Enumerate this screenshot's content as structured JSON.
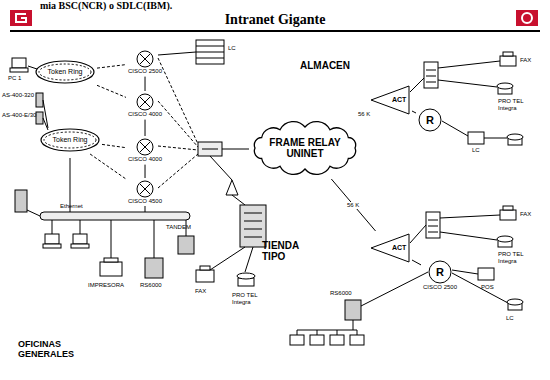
{
  "diagram": {
    "title": "Intranet Gigante",
    "nodes": [
      {
        "text": [
          "Token Ring"
        ]
      },
      {
        "text": [
          "CISCO 2500"
        ]
      },
      {
        "text": [
          "CISCO 4000"
        ]
      },
      {
        "text": [
          "Token Ring"
        ]
      },
      {
        "text": [
          "CISCO 4000"
        ]
      },
      {
        "text": [
          "CISCO 4500"
        ]
      },
      {
        "text": [
          "FRAME RELAY",
          "UNINET"
        ]
      },
      {
        "text": [
          "ACT"
        ]
      },
      {
        "text": [
          "R"
        ]
      },
      {
        "text": [
          "ACT"
        ]
      },
      {
        "text": [
          "R",
          "CISCO 2500"
        ]
      }
    ],
    "edges": [
      {
        "from": 0,
        "to": 1,
        "arrow": "none"
      },
      {
        "from": 0,
        "to": 2,
        "arrow": "none"
      },
      {
        "from": 1,
        "to": 2,
        "arrow": "none"
      },
      {
        "from": 2,
        "to": 4,
        "arrow": "none"
      },
      {
        "from": 3,
        "to": 4,
        "arrow": "none"
      },
      {
        "from": 3,
        "to": 5,
        "arrow": "none"
      },
      {
        "from": 4,
        "to": 5,
        "arrow": "none"
      },
      {
        "from": 6,
        "to": 7,
        "label": "56 K",
        "arrow": "none"
      },
      {
        "from": 7,
        "to": 8,
        "arrow": "none"
      },
      {
        "from": 6,
        "to": 9,
        "label": "56 K",
        "arrow": "none"
      },
      {
        "from": 9,
        "to": 10,
        "arrow": "none"
      }
    ],
    "labels": [
      "mia BSC(NCR) o SDLC(IBM).",
      "ALMACEN",
      "TIENDA TIPO",
      "OFICINAS GENERALES",
      "PC 1",
      "AS-400-320",
      "AS-400-E/30",
      "LC",
      "Ethernet",
      "TANDEM",
      "IMPRESORA",
      "RS6000",
      "FAX",
      "PRO TEL Integra",
      "FAX",
      "PRO TEL Integra",
      "LC",
      "FAX",
      "PRO TEL Integra",
      "POS",
      "LC",
      "RS6000"
    ]
  }
}
